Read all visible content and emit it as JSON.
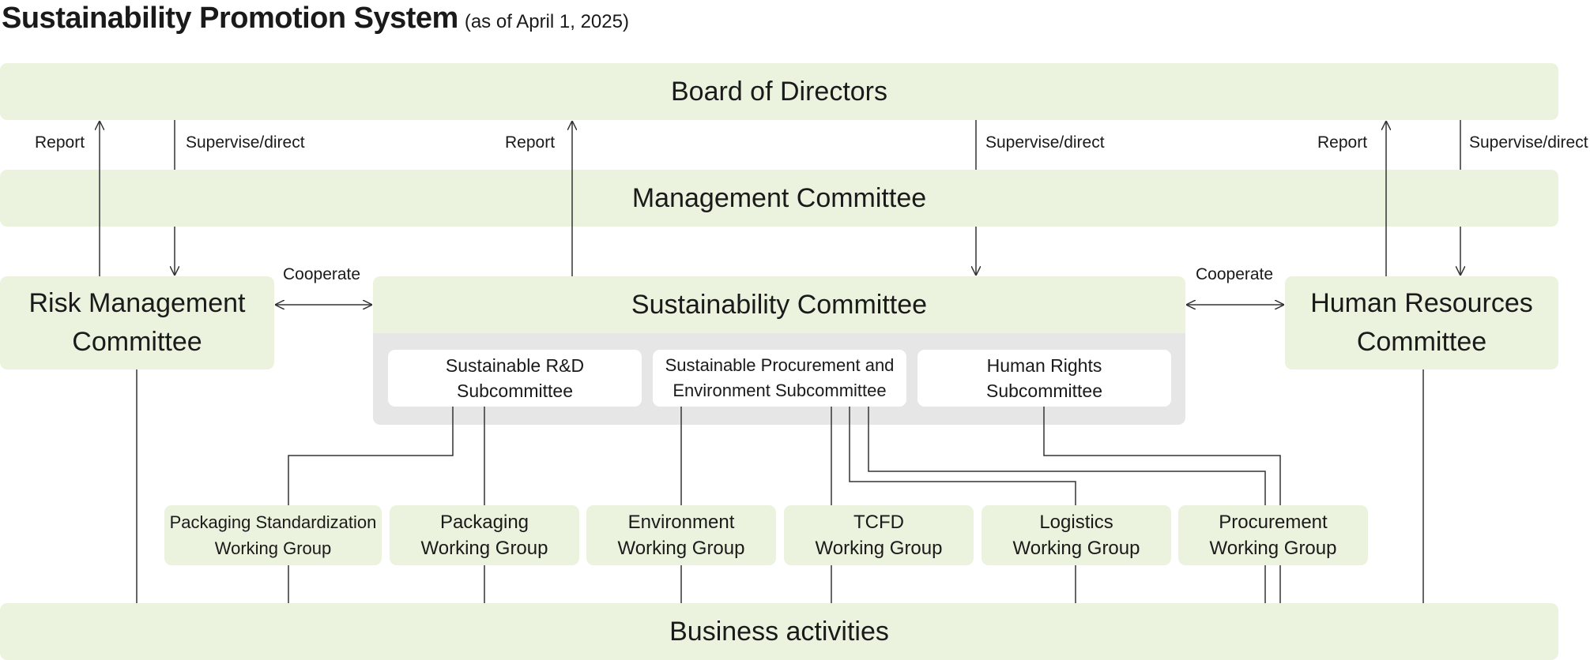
{
  "title": {
    "main": "Sustainability Promotion System",
    "sub": "(as of April 1, 2025)"
  },
  "nodes": {
    "board": "Board of Directors",
    "management": "Management Committee",
    "risk": [
      "Risk Management",
      "Committee"
    ],
    "sustainability": "Sustainability Committee",
    "hr": [
      "Human Resources",
      "Committee"
    ],
    "business": "Business activities"
  },
  "subcommittees": [
    [
      "Sustainable R&D",
      "Subcommittee"
    ],
    [
      "Sustainable Procurement and",
      "Environment Subcommittee"
    ],
    [
      "Human Rights",
      "Subcommittee"
    ]
  ],
  "working_groups": [
    [
      "Packaging Standardization",
      "Working Group"
    ],
    [
      "Packaging",
      "Working Group"
    ],
    [
      "Environment",
      "Working Group"
    ],
    [
      "TCFD",
      "Working Group"
    ],
    [
      "Logistics",
      "Working Group"
    ],
    [
      "Procurement",
      "Working Group"
    ]
  ],
  "labels": {
    "report": "Report",
    "supervise": "Supervise/direct",
    "cooperate": "Cooperate"
  },
  "colors": {
    "box_fill": "#ebf3de",
    "subcommittee_panel": "#e6e6e6",
    "line": "#333333"
  }
}
